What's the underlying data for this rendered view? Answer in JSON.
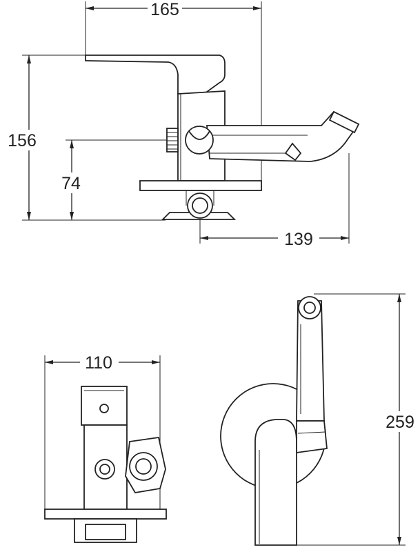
{
  "dimensions": {
    "side_width": "165",
    "side_height": "156",
    "side_inlet_height": "74",
    "side_spout_reach": "139",
    "front_width": "110",
    "top_total_height": "259"
  },
  "colors": {
    "line": "#222222",
    "background": "#ffffff"
  }
}
